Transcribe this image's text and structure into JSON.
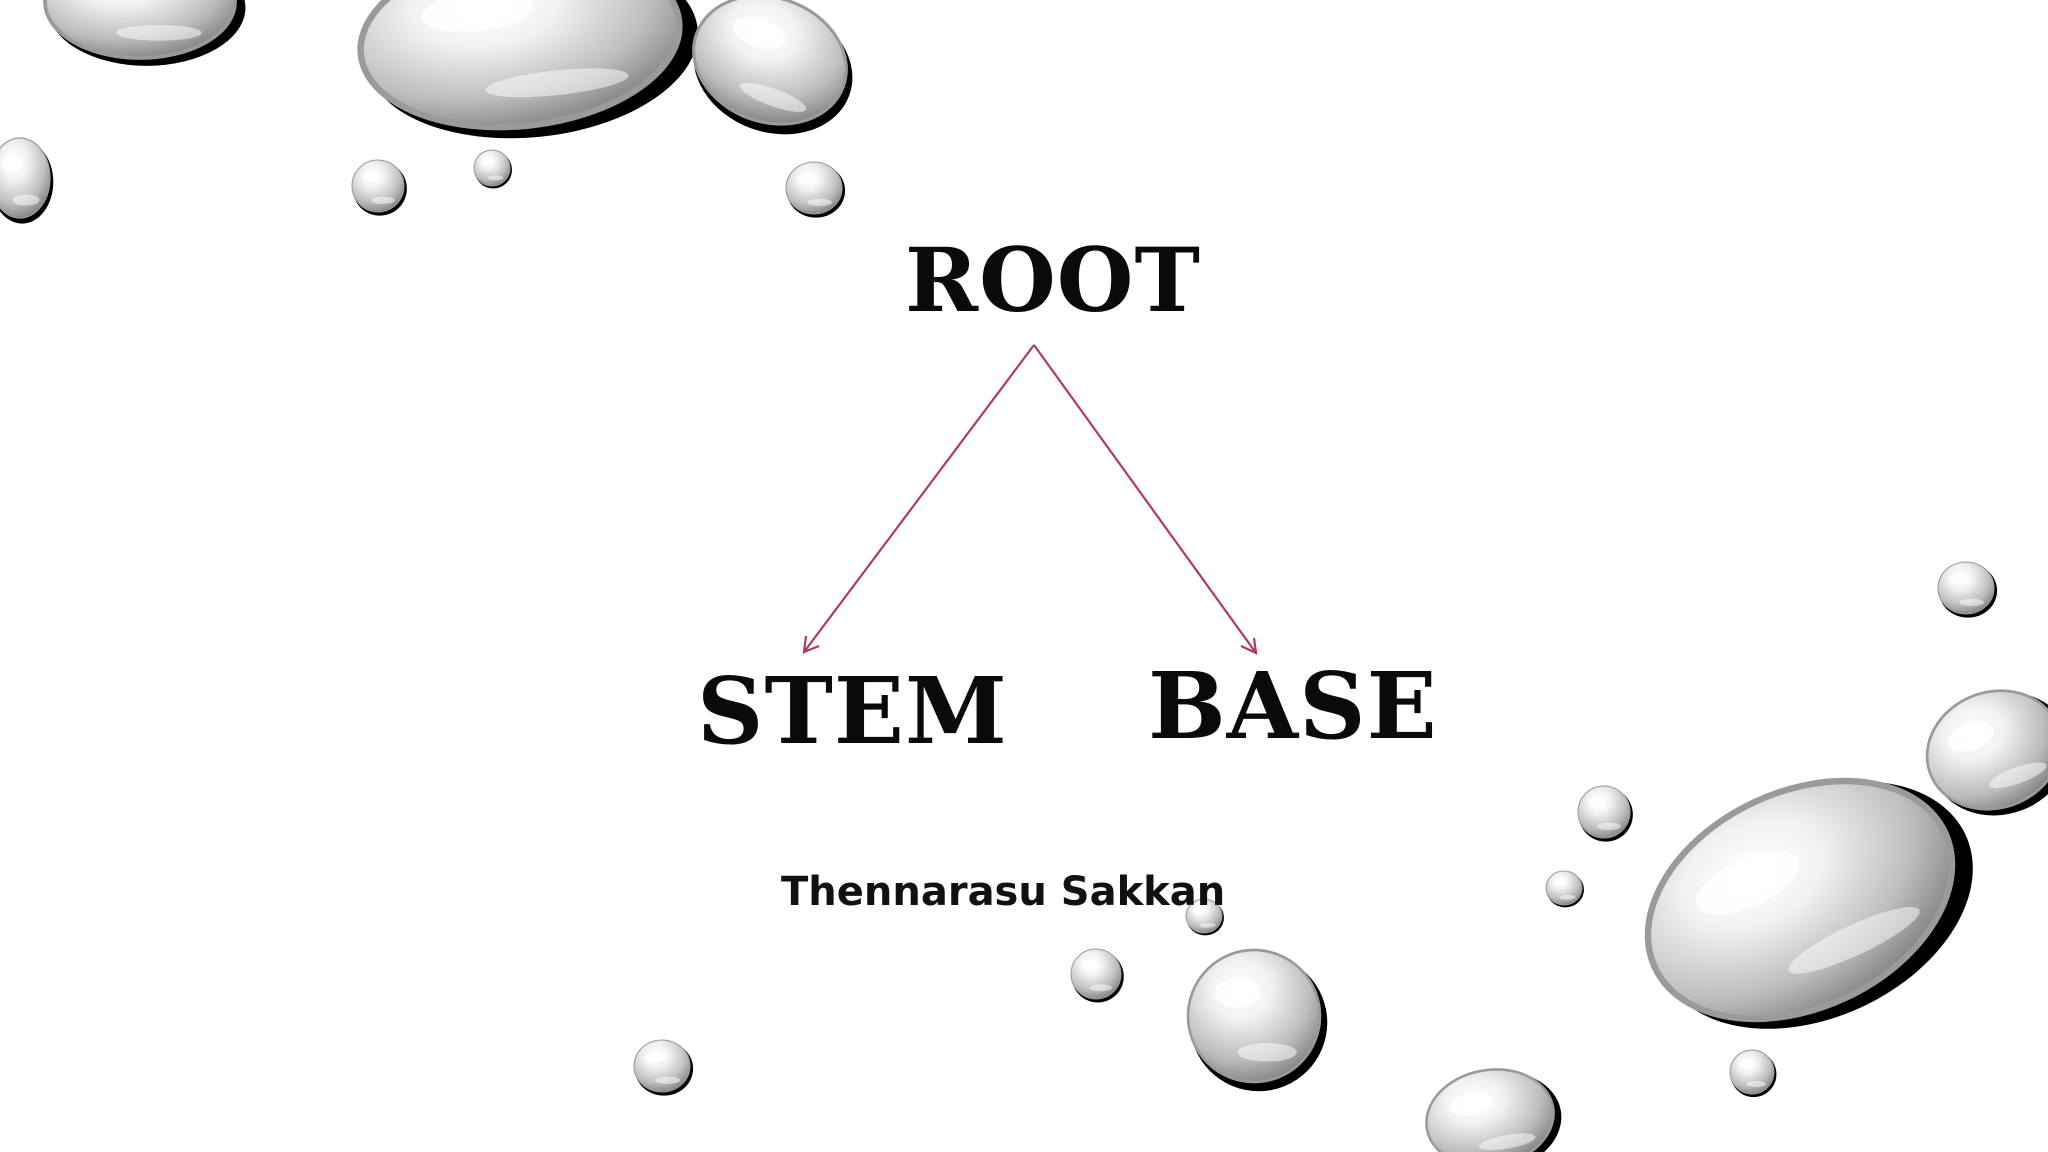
{
  "slide": {
    "background": "#ffffff",
    "decoration": "water-droplets"
  },
  "diagram": {
    "root": "ROOT",
    "children": [
      "STEM",
      "BASE"
    ],
    "arrow_color": "#b03a5b"
  },
  "author": "Thennarasu Sakkan"
}
